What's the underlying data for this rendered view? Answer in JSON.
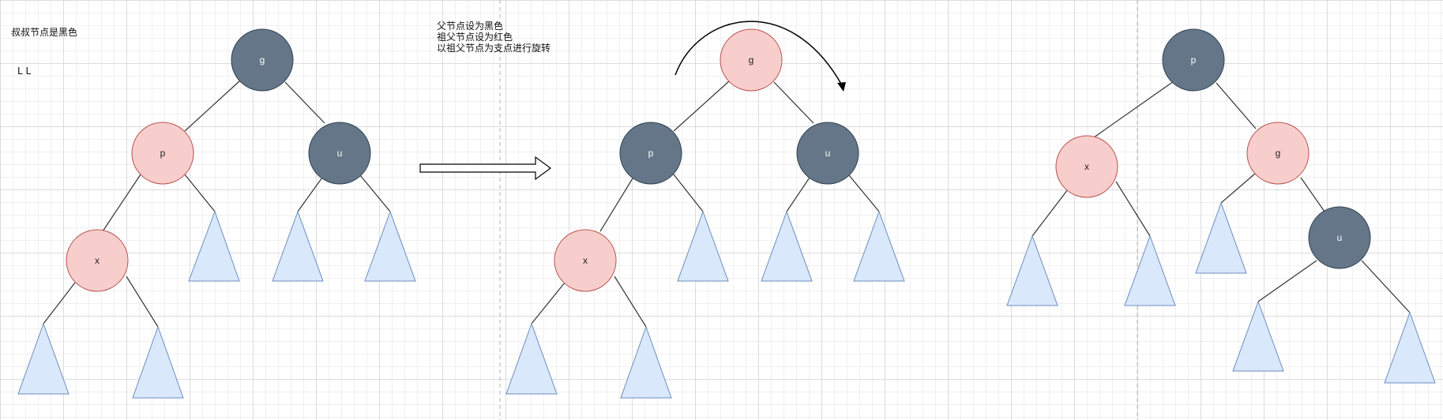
{
  "notes": {
    "case_title": "叔叔节点是黑色",
    "case_type": "L L",
    "steps": [
      "父节点设为黑色",
      "祖父节点设为红色",
      "以祖父节点为支点进行旋转"
    ]
  },
  "colors": {
    "red_node_fill": "#f8cecc",
    "red_node_stroke": "#b85450",
    "black_node_fill": "#647687",
    "black_node_stroke": "#314354",
    "subtree_fill": "#dae8fc",
    "subtree_stroke": "#6c8ebf",
    "edge": "#333333",
    "divider": "#b3b3b3"
  },
  "trees": {
    "before": {
      "g": {
        "label": "g",
        "color": "black"
      },
      "p": {
        "label": "p",
        "color": "red"
      },
      "u": {
        "label": "u",
        "color": "black"
      },
      "x": {
        "label": "x",
        "color": "red"
      }
    },
    "recolored": {
      "g": {
        "label": "g",
        "color": "red"
      },
      "p": {
        "label": "p",
        "color": "black"
      },
      "u": {
        "label": "u",
        "color": "black"
      },
      "x": {
        "label": "x",
        "color": "red"
      }
    },
    "rotated": {
      "p": {
        "label": "p",
        "color": "black"
      },
      "x": {
        "label": "x",
        "color": "red"
      },
      "g": {
        "label": "g",
        "color": "red"
      },
      "u": {
        "label": "u",
        "color": "black"
      }
    }
  }
}
